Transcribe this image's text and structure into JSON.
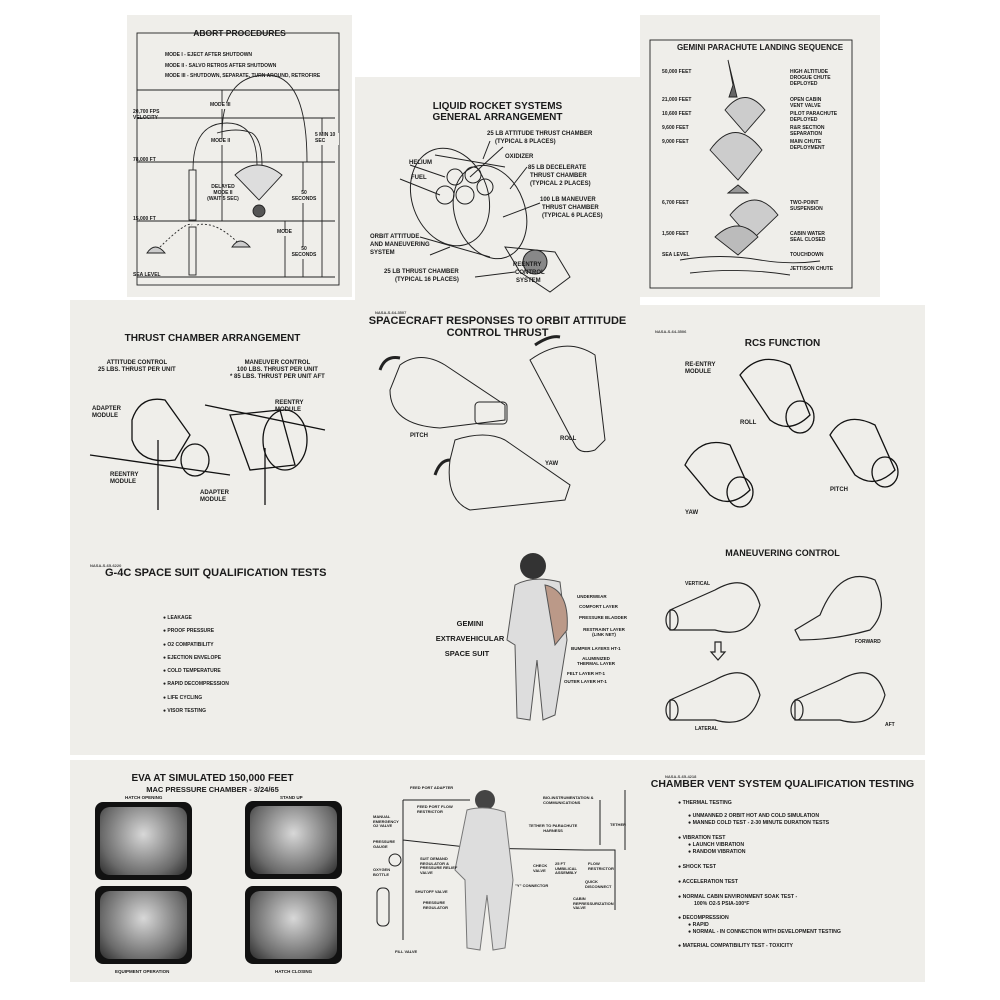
{
  "abort": {
    "title": "ABORT PROCEDURES",
    "modes": [
      "MODE I - EJECT AFTER SHUTDOWN",
      "MODE II - SALVO RETROS AFTER SHUTDOWN",
      "MODE III - SHUTDOWN, SEPARATE, TURN AROUND, RETROFIRE"
    ],
    "levels": [
      "20,700 FPS VELOCITY",
      "78,000 FT",
      "15,000 FT",
      "SEA LEVEL"
    ],
    "labels": {
      "mode3": "MODE III",
      "mode2": "MODE II",
      "delayed": "DELAYED MODE II (WAIT 5 SEC)",
      "t1": "5 MIN 10 SEC",
      "t2": "50 SECONDS",
      "mode": "MODE",
      "t3": "50 SECONDS"
    }
  },
  "rocket": {
    "title1": "LIQUID ROCKET SYSTEMS",
    "title2": "GENERAL ARRANGEMENT",
    "labels": [
      "25 LB ATTITUDE THRUST CHAMBER",
      "(TYPICAL 8 PLACES)",
      "OXIDIZER",
      "HELIUM",
      "FUEL",
      "85 LB DECELERATE",
      "THRUST CHAMBER",
      "(TYPICAL 2 PLACES)",
      "100 LB MANEUVER",
      "THRUST CHAMBER",
      "(TYPICAL 6 PLACES)",
      "ORBIT ATTITUDE",
      "AND MANEUVERING",
      "SYSTEM",
      "25 LB THRUST CHAMBER",
      "(TYPICAL 16 PLACES)",
      "REENTRY",
      "CONTROL",
      "SYSTEM"
    ]
  },
  "parachute": {
    "title": "GEMINI PARACHUTE LANDING SEQUENCE",
    "altitudes": [
      "50,000 FEET",
      "21,000 FEET",
      "10,600 FEET",
      "9,600 FEET",
      "9,000 FEET",
      "6,700 FEET",
      "1,500 FEET",
      "SEA LEVEL"
    ],
    "events": [
      "HIGH ALTITUDE DROGUE CHUTE DEPLOYED",
      "OPEN CABIN VENT VALVE",
      "PILOT PARACHUTE DEPLOYED",
      "R&R SECTION SEPARATION",
      "MAIN CHUTE DEPLOYMENT",
      "TWO-POINT SUSPENSION",
      "CABIN WATER SEAL CLOSED",
      "TOUCHDOWN",
      "JETTISON CHUTE"
    ]
  },
  "thrust": {
    "title": "THRUST CHAMBER ARRANGEMENT",
    "att1": "ATTITUDE CONTROL",
    "att2": "25 LBS. THRUST PER UNIT",
    "man1": "MANEUVER CONTROL",
    "man2": "100 LBS. THRUST PER UNIT",
    "man3": "* 85 LBS. THRUST PER UNIT AFT",
    "adapter": "ADAPTER MODULE",
    "reentry": "REENTRY MODULE"
  },
  "responses": {
    "id": "NASA-S-64-3507",
    "title1": "SPACECRAFT RESPONSES TO ORBIT ATTITUDE",
    "title2": "CONTROL THRUST",
    "pitch": "PITCH",
    "roll": "ROLL",
    "yaw": "YAW"
  },
  "rcs": {
    "id": "NASA-S-64-3506",
    "title": "RCS FUNCTION",
    "module": "RE-ENTRY MODULE",
    "roll": "ROLL",
    "pitch": "PITCH",
    "yaw": "YAW"
  },
  "suit_tests": {
    "id": "NASA-S-65-6220",
    "title": "G-4C SPACE SUIT QUALIFICATION TESTS",
    "items": [
      "LEAKAGE",
      "PROOF PRESSURE",
      "O2 COMPATIBILITY",
      "EJECTION ENVELOPE",
      "COLD TEMPERATURE",
      "RAPID DECOMPRESSION",
      "LIFE CYCLING",
      "VISOR TESTING"
    ]
  },
  "eva_suit": {
    "title1": "GEMINI",
    "title2": "EXTRAVEHICULAR",
    "title3": "SPACE SUIT",
    "layers": [
      "UNDERWEAR",
      "COMFORT LAYER",
      "PRESSURE BLADDER",
      "RESTRAINT LAYER (LINK NET)",
      "BUMPER LAYERS HT-1",
      "ALUMINIZED THERMAL LAYER",
      "FELT LAYER HT-1",
      "OUTER LAYER HT-1"
    ]
  },
  "maneuver": {
    "title": "MANEUVERING CONTROL",
    "vertical": "VERTICAL",
    "forward": "FORWARD",
    "lateral": "LATERAL",
    "aft": "AFT"
  },
  "eva_sim": {
    "title1": "EVA AT SIMULATED 150,000 FEET",
    "title2": "MAC PRESSURE CHAMBER - 3/24/65",
    "frames": [
      "HATCH OPENING",
      "STAND UP",
      "EQUIPMENT OPERATION",
      "HATCH CLOSING"
    ]
  },
  "suit_system": {
    "labels": [
      "FEED PORT ADAPTER",
      "FEED PORT FLOW RESTRICTOR",
      "MANUAL EMERGENCY O2 VALVE",
      "PRESSURE GAUGE",
      "OXYGEN BOTTLE",
      "SUIT DEMAND REGULATOR & PRESSURE RELIEF VALVE",
      "SHUTOFF VALVE",
      "PRESSURE REGULATOR",
      "FILL VALVE",
      "BIO-INSTRUMENTATION & COMMUNICATIONS",
      "TETHER TO PARACHUTE HARNESS",
      "TETHER",
      "CHECK VALVE",
      "25 FT UMBILICAL ASSEMBLY",
      "FLOW RESTRICTOR",
      "\"Y\" CONNECTOR",
      "QUICK DISCONNECT",
      "CABIN REPRESSURIZATION VALVE"
    ]
  },
  "vent": {
    "id": "NASA-S-65-4218",
    "title": "CHAMBER VENT SYSTEM QUALIFICATION TESTING",
    "items": [
      {
        "label": "THERMAL TESTING",
        "sub": [
          "UNMANNED 2 ORBIT HOT AND COLD SIMULATION",
          "MANNED COLD TEST - 2-30 MINUTE DURATION TESTS"
        ]
      },
      {
        "label": "VIBRATION TEST",
        "sub": [
          "LAUNCH VIBRATION",
          "RANDOM VIBRATION"
        ]
      },
      {
        "label": "SHOCK TEST",
        "sub": []
      },
      {
        "label": "ACCELERATION TEST",
        "sub": []
      },
      {
        "label": "NORMAL CABIN ENVIRONMENT SOAK TEST -",
        "sub": [
          "100% O2-5 PSIA-100°F"
        ]
      },
      {
        "label": "DECOMPRESSION",
        "sub": [
          "RAPID",
          "NORMAL - IN CONNECTION WITH DEVELOPMENT TESTING"
        ]
      },
      {
        "label": "MATERIAL COMPATIBILITY TEST - TOXICITY",
        "sub": []
      }
    ]
  }
}
